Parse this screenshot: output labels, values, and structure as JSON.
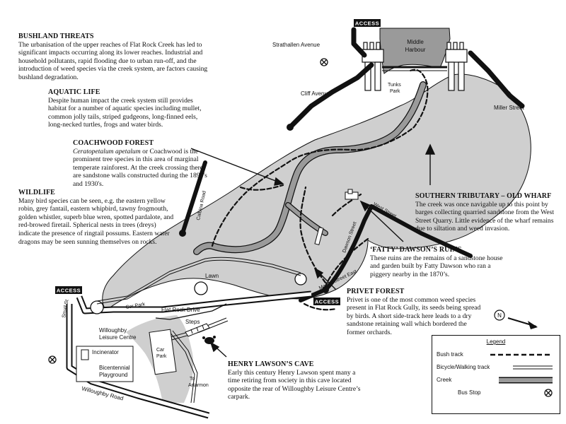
{
  "notes": {
    "bushland_threats": {
      "heading": "BUSHLAND THREATS",
      "body": "The urbanisation of the upper reaches of Flat Rock Creek has led to significant impacts occurring along its lower reaches. Industrial and household pollutants, rapid flooding due to urban run-off, and the introduction of weed species via the creek system, are factors causing bushland degradation."
    },
    "aquatic_life": {
      "heading": "AQUATIC LIFE",
      "body": "Despite human impact the creek system still provides habitat for a number of aquatic species including mullet, common jolly tails, striped gudgeons, long-finned eels, long-necked turtles, frogs and water birds."
    },
    "coachwood_forest": {
      "heading": "COACHWOOD FOREST",
      "species": "Ceratopetalum apetalum",
      "body": " or Coachwood is the prominent tree species in this area of marginal temperate rainforest. At the creek crossing there are sandstone walls constructed during the 1890's and 1930's."
    },
    "wildlife": {
      "heading": "WILDLIFE",
      "body": "Many bird species can be seen, e.g. the eastern yellow robin, grey fantail, eastern whipbird, tawny frogmouth, golden whistler, superb blue wren, spotted pardalote, and red-browed firetail. Spherical nests in trees (dreys) indicate the presence of ringtail possums. Eastern water dragons may be seen sunning themselves on rocks."
    },
    "southern_tributary": {
      "heading": "SOUTHERN TRIBUTARY – OLD WHARF",
      "body": "The creek was once navigable up to this point by barges collecting quarried sandstone from the West Street Quarry. Little evidence of the wharf remains due to siltation and weed invasion."
    },
    "fatty_dawson": {
      "heading": "‘FATTY’ DAWSON’S RUINS",
      "body": "These ruins are the remains of a sandstone house and garden built by Fatty Dawson who ran a piggery  nearby in the 1870’s."
    },
    "privet_forest": {
      "heading": "PRIVET FOREST",
      "body": "Privet is one of the most common weed species present in Flat Rock Gully, its seeds being spread by birds. A short side-track here leads to a dry sandstone retaining wall which bordered the former orchards."
    },
    "henry_lawson": {
      "heading": "HENRY LAWSON’S CAVE",
      "body": "Early this century Henry Lawson spent many a time retiring from society in this cave located opposite the rear of Willoughby Leisure Centre’s carpark."
    }
  },
  "map_labels": {
    "strathallen_avenue": "Strathallen Avenue",
    "middle_harbour_1": "Middle",
    "middle_harbour_2": "Harbour",
    "tunks_park_1": "Tunks",
    "tunks_park_2": "Park",
    "cliff_avenue": "Cliff Avenue",
    "miller_street": "Miller Street",
    "calbina_road": "Calbina Road",
    "west_street": "West Street",
    "dawson_street": "Dawson Street",
    "market_street_east": "Market Street East",
    "lawn": "Lawn",
    "car_park": "Car Park",
    "flat_rock_drive": "Flat Rock Drive",
    "small_st": "Small St",
    "willoughby_leisure_1": "Willoughby",
    "willoughby_leisure_2": "Leisure Centre",
    "car_park_2a": "Car",
    "car_park_2b": "Park",
    "steps": "Steps",
    "incinerator": "Incinerator",
    "playground_1": "Bicentennial",
    "playground_2": "Playground",
    "to_artarmon_1": "To",
    "to_artarmon_2": "Artarmon",
    "willoughby_road": "Willoughby Road"
  },
  "access_labels": {
    "top": "ACCESS",
    "left": "ACCESS",
    "right": "ACCESS"
  },
  "north_arrow": {
    "letter": "N"
  },
  "legend": {
    "title": "Legend",
    "items": [
      {
        "label": "Bush track",
        "symbol": "dashed-line"
      },
      {
        "label": "Bicycle/Walking track",
        "symbol": "double-line"
      },
      {
        "label": "Creek",
        "symbol": "grey-band"
      },
      {
        "label": "Bus Stop",
        "symbol": "circle-x"
      }
    ]
  },
  "colors": {
    "bushland": "#cfcfcf",
    "water": "#9a9a9a",
    "ink": "#111111"
  }
}
